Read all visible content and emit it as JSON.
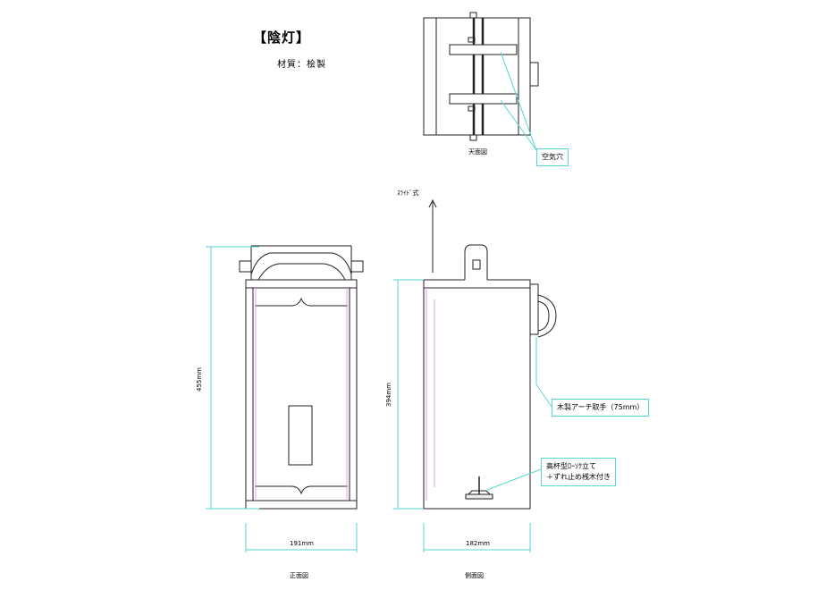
{
  "title": "【陰灯】",
  "material": "材質：桧製",
  "views": {
    "top": "天面図",
    "front": "正面図",
    "side": "側面図"
  },
  "dimensions": {
    "front_height": "455mm",
    "front_width": "191mm",
    "side_height": "394mm",
    "side_width": "182mm"
  },
  "annotations": {
    "air_holes": "空気穴",
    "slide": "ｽﾗｲﾄﾞ式",
    "handle": "木製アーチ取手（75mm）",
    "candle_line1": "高杯型ﾛｰｿｸ立て",
    "candle_line2": "＋ずれ止め桟木付き"
  },
  "colors": {
    "line": "#222222",
    "dimension": "#58d6d0",
    "inner_panel": "#d9a6e0"
  }
}
